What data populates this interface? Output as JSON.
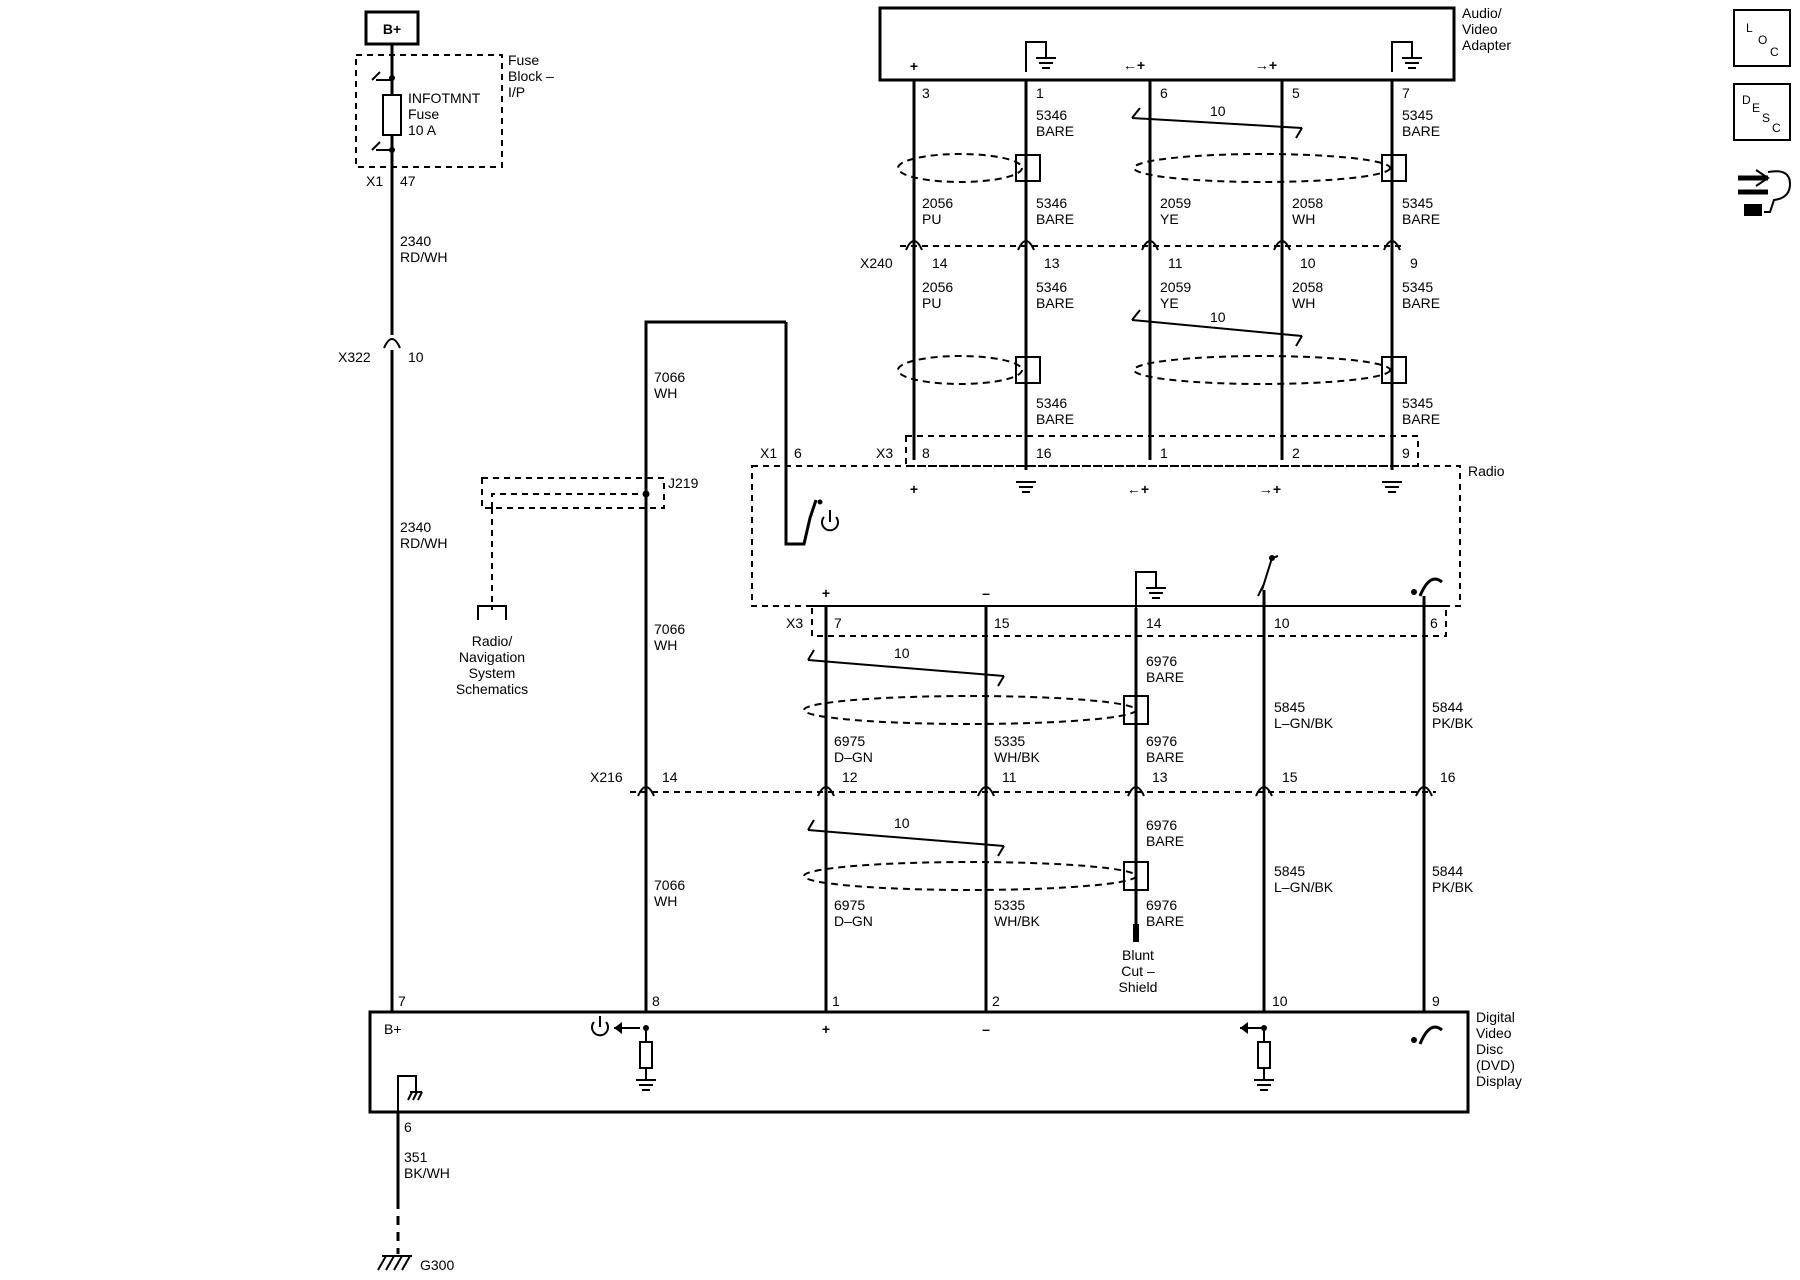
{
  "top": {
    "battery_label": "B+",
    "fuse_block_label": [
      "Fuse",
      "Block –",
      "I/P"
    ],
    "fuse_label": [
      "INFOTMNT",
      "Fuse",
      "10 A"
    ],
    "x1_label": "X1",
    "x1_pin": "47",
    "wire_2340": [
      "2340",
      "RD/WH"
    ],
    "x322_label": "X322",
    "x322_pin": "10"
  },
  "av_adapter": {
    "title": [
      "Audio/",
      "Video",
      "Adapter"
    ],
    "pins": [
      "3",
      "1",
      "6",
      "5",
      "7"
    ],
    "plus": "+",
    "arrow_left_plus": "←+",
    "arrow_right_plus": "→+"
  },
  "upper_wires": {
    "twist": "10",
    "w5346": [
      "5346",
      "BARE"
    ],
    "w5345": [
      "5345",
      "BARE"
    ],
    "w2056": [
      "2056",
      "PU"
    ],
    "w2059": [
      "2059",
      "YE"
    ],
    "w2058": [
      "2058",
      "WH"
    ]
  },
  "x240": {
    "label": "X240",
    "pins": [
      "14",
      "13",
      "11",
      "10",
      "9"
    ]
  },
  "radio": {
    "title": "Radio",
    "x1_label": "X1",
    "x1_pin": "6",
    "x3_label": "X3",
    "x3_top_pins": [
      "8",
      "16",
      "1",
      "2",
      "9"
    ],
    "x3_bottom_pins": [
      "7",
      "15",
      "14",
      "10",
      "6"
    ],
    "plus": "+",
    "minus": "–",
    "arrow_left_plus": "←+",
    "arrow_right_plus": "→+"
  },
  "left_branch": {
    "wire_7066": [
      "7066",
      "WH"
    ],
    "j219": "J219",
    "ref": [
      "Radio/",
      "Navigation",
      "System",
      "Schematics"
    ]
  },
  "lower_wires": {
    "twist": "10",
    "w6976": [
      "6976",
      "BARE"
    ],
    "w6975": [
      "6975",
      "D–GN"
    ],
    "w5335": [
      "5335",
      "WH/BK"
    ],
    "w5845": [
      "5845",
      "L–GN/BK"
    ],
    "w5844": [
      "5844",
      "PK/BK"
    ],
    "blunt": [
      "Blunt",
      "Cut –",
      "Shield"
    ]
  },
  "x216": {
    "label": "X216",
    "pins": [
      "14",
      "12",
      "11",
      "13",
      "15",
      "16"
    ]
  },
  "dvd": {
    "title": [
      "Digital",
      "Video",
      "Disc",
      "(DVD)",
      "Display"
    ],
    "pins": [
      "7",
      "8",
      "1",
      "2",
      "10",
      "9"
    ],
    "b_plus": "B+",
    "plus": "+",
    "minus": "–",
    "ground_pin": "6"
  },
  "ground": {
    "wire": [
      "351",
      "BK/WH"
    ],
    "label": "G300"
  },
  "side_icons": {
    "loc": [
      "L",
      "O",
      "C"
    ],
    "desc": [
      "D",
      "E",
      "S",
      "C"
    ]
  }
}
